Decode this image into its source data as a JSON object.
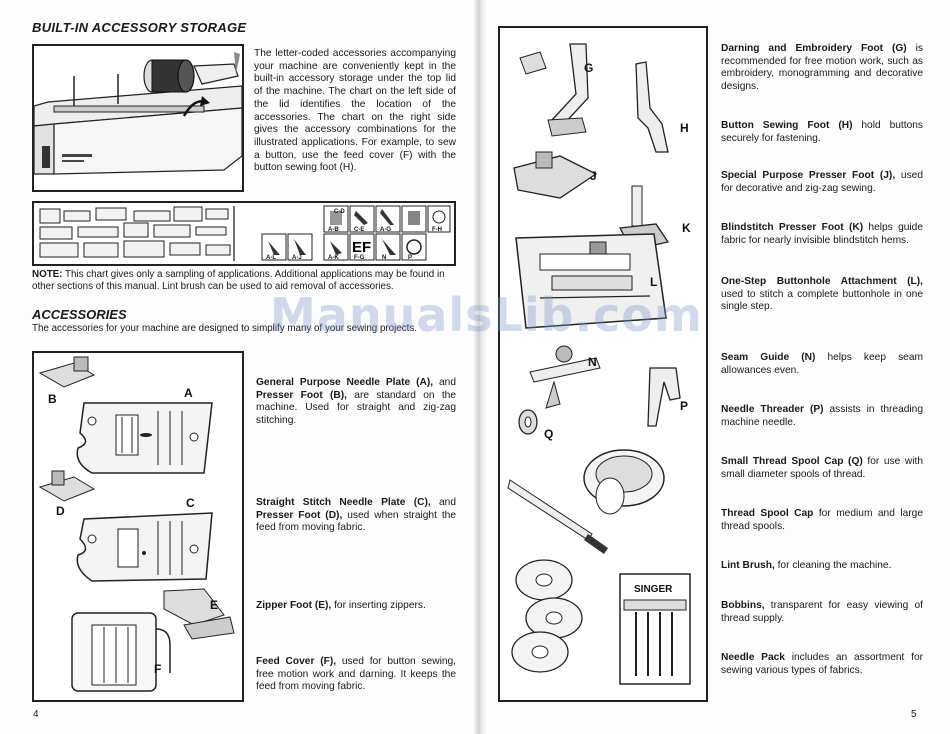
{
  "left_page": {
    "section_title": "BUILT-IN ACCESSORY STORAGE",
    "intro": "The letter-coded accessories accompanying your machine are conveniently kept in the built-in accessory storage under the top lid of the machine. The chart on the left side of the lid identifies the location of the accessories. The chart on the right side gives the accessory combinations for the illustrated applications. For example, to sew a button, use the feed cover (F) with the button sewing foot (H).",
    "note_label": "NOTE:",
    "note": " This chart gives only a sampling of applications. Additional applications may be found in other sections of this manual. Lint brush can be used to aid removal of accessories.",
    "subtitle": "ACCESSORIES",
    "accessories_intro": "The accessories for your machine are designed to simplify many of your sewing projects.",
    "items": [
      {
        "name": "General Purpose Needle Plate (A),",
        "joiner": " and ",
        "name2": "Presser Foot (B),",
        "text": " are standard on the machine. Used for straight and zig-zag stitching."
      },
      {
        "name": "Straight Stitch Needle Plate (C),",
        "joiner": " and ",
        "name2": "Presser Foot (D),",
        "text": " used when straight the feed from moving fabric."
      },
      {
        "name": "Zipper Foot (E),",
        "text": " for inserting zippers."
      },
      {
        "name": "Feed Cover (F),",
        "text": " used for button sewing, free motion work and darning. It keeps the feed from moving fabric."
      }
    ],
    "figure_labels": {
      "a": "A",
      "b": "B",
      "c": "C",
      "d": "D",
      "e": "E",
      "f": "F"
    },
    "chart_codes": [
      "C-D",
      "A-B",
      "C-E",
      "A-G",
      "F-H",
      "A-L",
      "A-J",
      "A-K",
      "F-G",
      "N",
      "P"
    ],
    "chart_letters_big": "EF",
    "page_number": "4"
  },
  "right_page": {
    "items": [
      {
        "name": "Darning and Embroidery Foot (G)",
        "text": " is recommended for free motion work, such as embroidery, monogramming and decorative designs."
      },
      {
        "name": "Button Sewing Foot (H)",
        "text": " hold buttons securely for fastening."
      },
      {
        "name": "Special Purpose Presser Foot (J),",
        "text": " used for decorative and zig-zag sewing."
      },
      {
        "name": "Blindstitch Presser Foot (K)",
        "text": " helps guide fabric for nearly invisible blindstitch hems."
      },
      {
        "name": "One-Step Buttonhole Attachment (L),",
        "text": " used to stitch a complete buttonhole in one single step."
      },
      {
        "name": "Seam Guide (N)",
        "text": " helps keep seam allowances even."
      },
      {
        "name": "Needle Threader (P)",
        "text": " assists in threading machine needle."
      },
      {
        "name": "Small Thread Spool Cap (Q)",
        "text": " for use with small diameter spools of thread."
      },
      {
        "name": "Thread Spool Cap",
        "text": " for medium and large thread spools."
      },
      {
        "name": "Lint Brush,",
        "text": " for cleaning the machine."
      },
      {
        "name": "Bobbins,",
        "text": " transparent for easy viewing of thread supply."
      },
      {
        "name": "Needle Pack",
        "text": " includes an assortment for sewing various types of fabrics."
      }
    ],
    "figure_labels": {
      "g": "G",
      "h": "H",
      "j": "J",
      "k": "K",
      "l": "L",
      "n": "N",
      "p": "P",
      "q": "Q"
    },
    "needle_pack_brand": "SINGER",
    "page_number": "5"
  },
  "watermark": "ManualsLib.com"
}
